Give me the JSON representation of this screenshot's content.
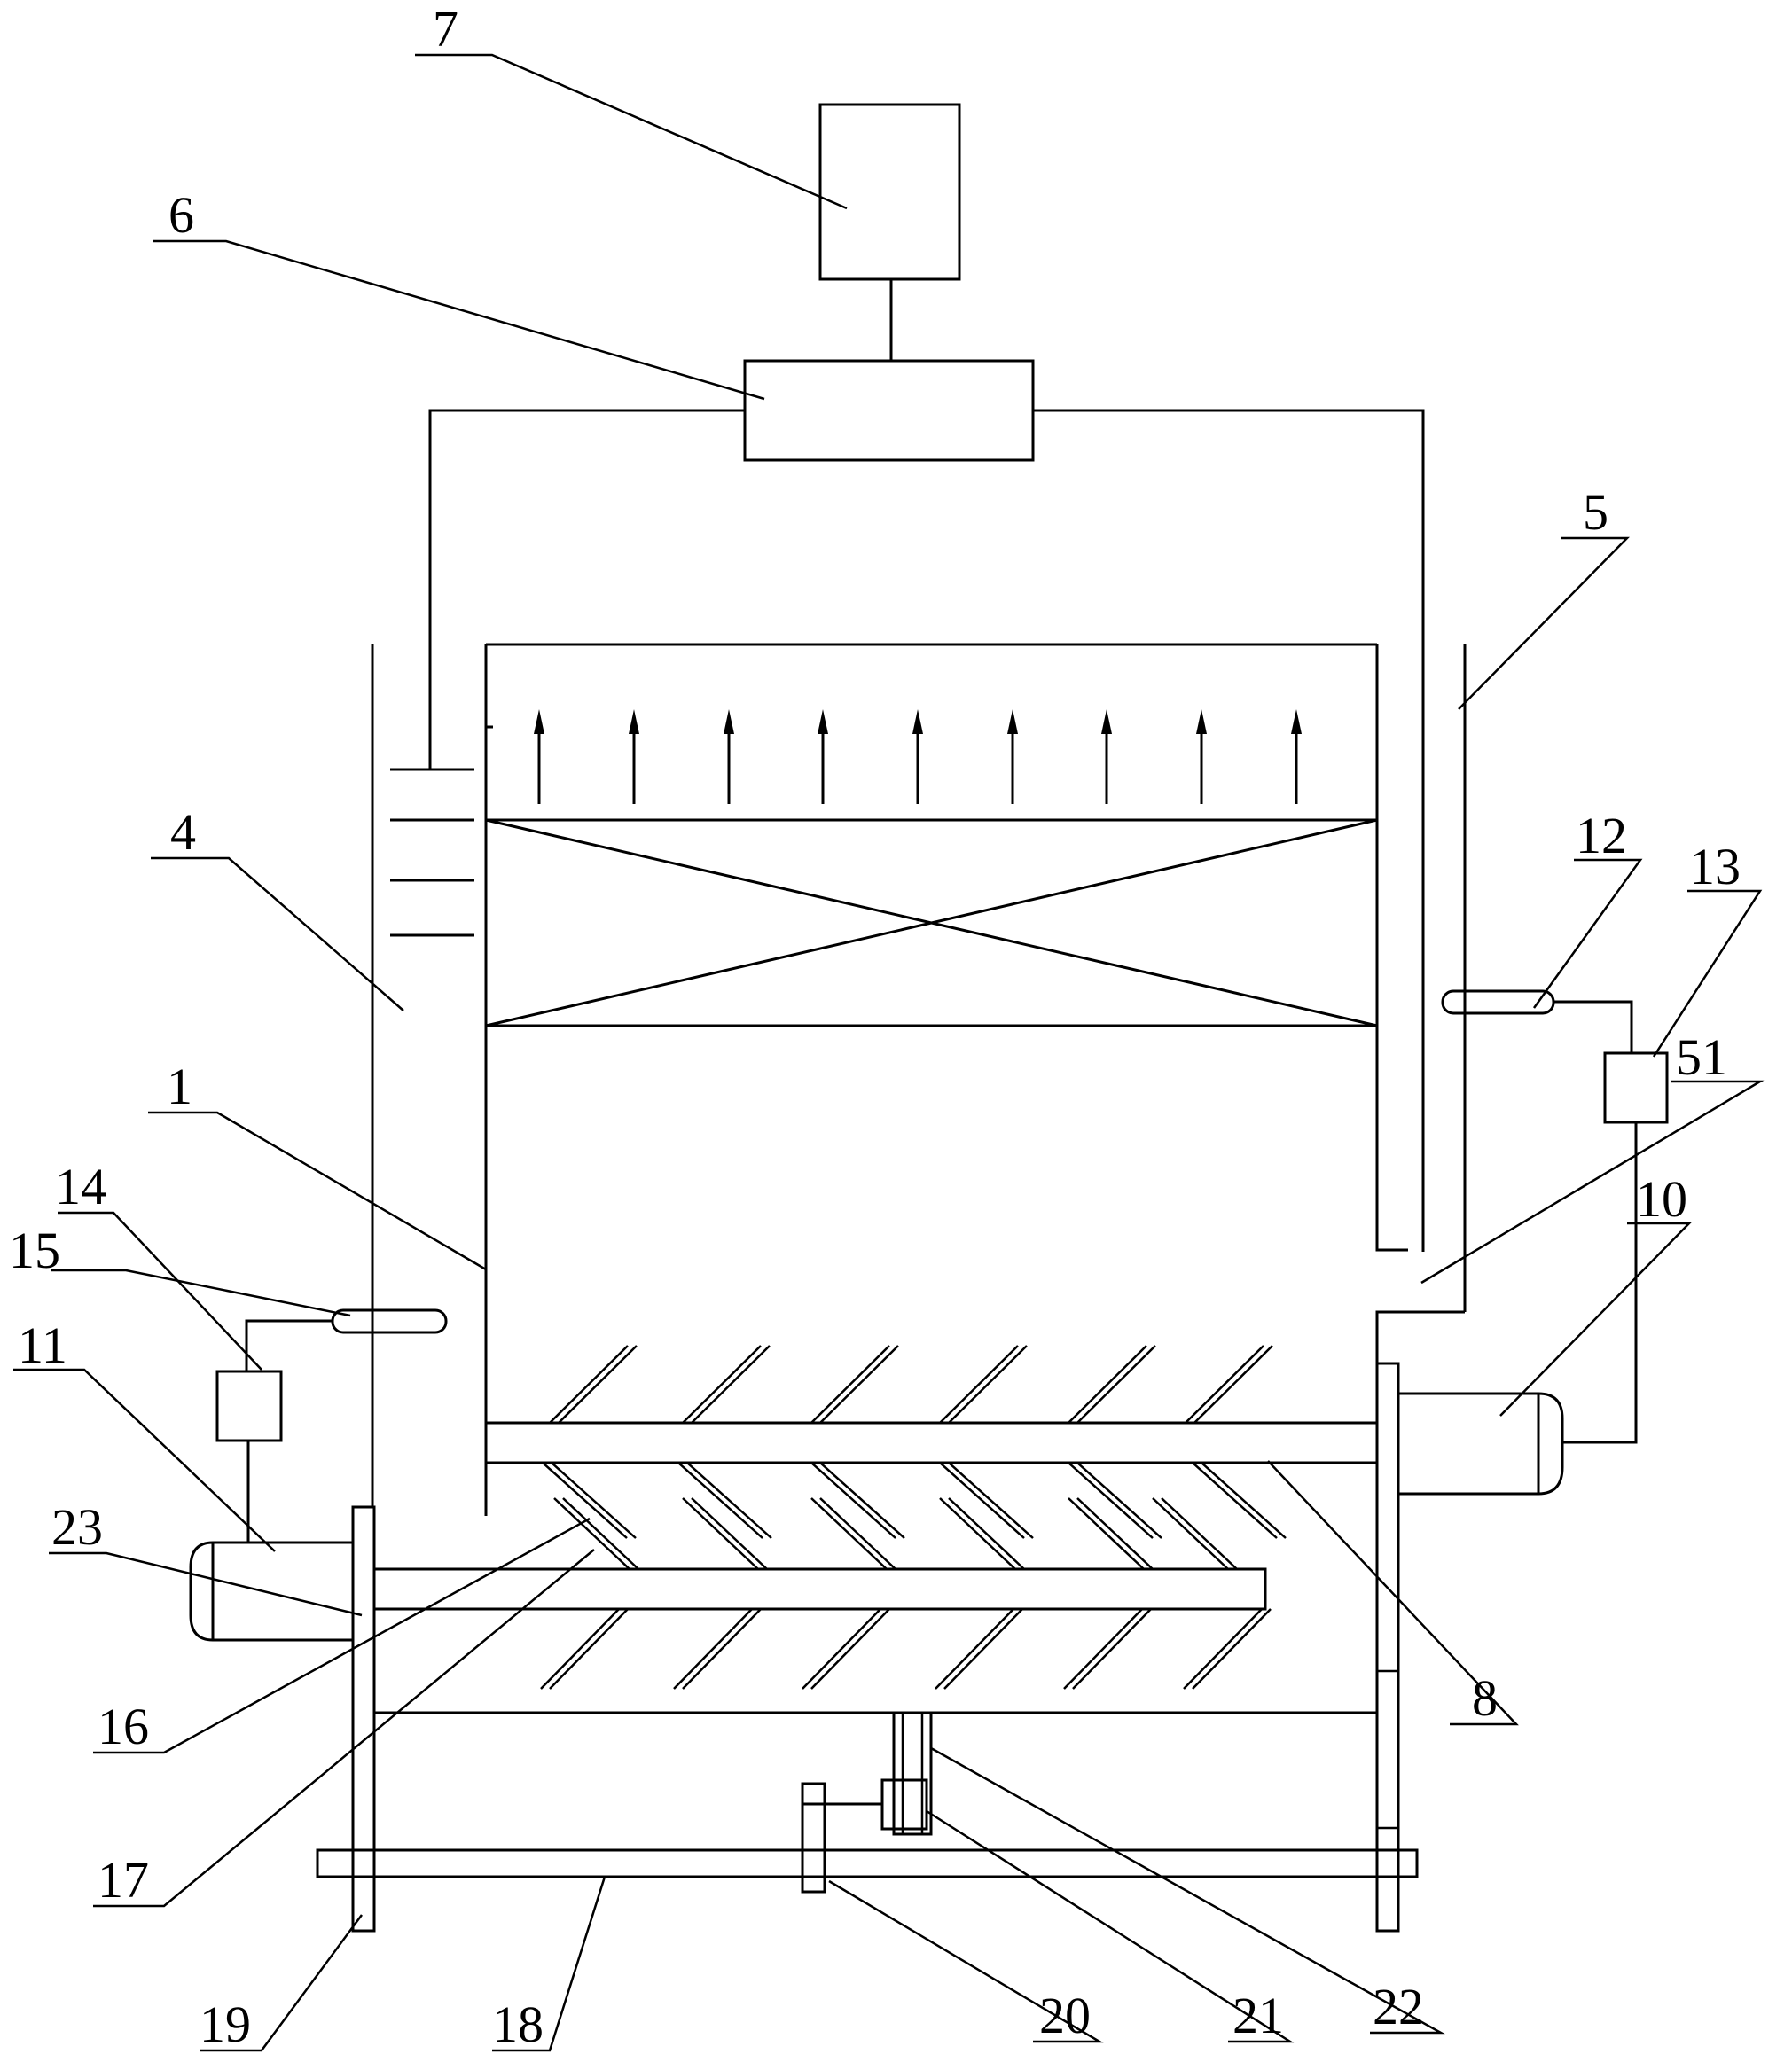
{
  "labels": {
    "l1": "1",
    "l4": "4",
    "l5": "5",
    "l6": "6",
    "l7": "7",
    "l8": "8",
    "l10": "10",
    "l11": "11",
    "l12": "12",
    "l13": "13",
    "l14": "14",
    "l15": "15",
    "l16": "16",
    "l17": "17",
    "l18": "18",
    "l19": "19",
    "l20": "20",
    "l21": "21",
    "l22": "22",
    "l23": "23",
    "l51": "51"
  },
  "colors": {
    "line": "#000000",
    "background": "#ffffff"
  }
}
